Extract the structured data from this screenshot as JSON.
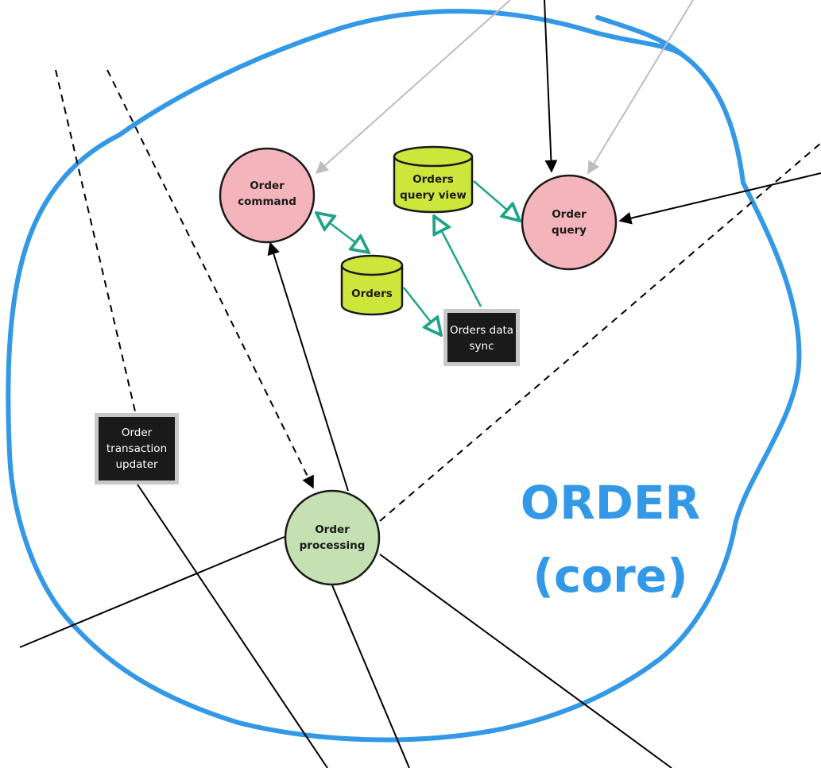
{
  "context": {
    "title_line1": "ORDER",
    "title_line2": "(core)",
    "color": "#3399e6"
  },
  "nodes": {
    "order_command": {
      "line1": "Order",
      "line2": "command",
      "fill": "#f4b4bb"
    },
    "order_query": {
      "line1": "Order",
      "line2": "query",
      "fill": "#f4b4bb"
    },
    "order_processing": {
      "line1": "Order",
      "line2": "processing",
      "fill": "#c5e0b3"
    },
    "orders_db": {
      "line1": "Orders",
      "fill": "#cde63c"
    },
    "orders_query_view_db": {
      "line1": "Orders",
      "line2": "query view",
      "fill": "#cde63c"
    },
    "orders_data_sync": {
      "line1": "Orders data",
      "line2": "sync",
      "fill": "#1a1a1a"
    },
    "order_transaction_updater": {
      "line1": "Order",
      "line2": "transaction",
      "line3": "updater",
      "fill": "#1a1a1a"
    }
  },
  "colors": {
    "data_link": "#1fa38a",
    "sync_link": "#000000",
    "async_link": "#000000",
    "external_link": "#bdbdbd"
  }
}
